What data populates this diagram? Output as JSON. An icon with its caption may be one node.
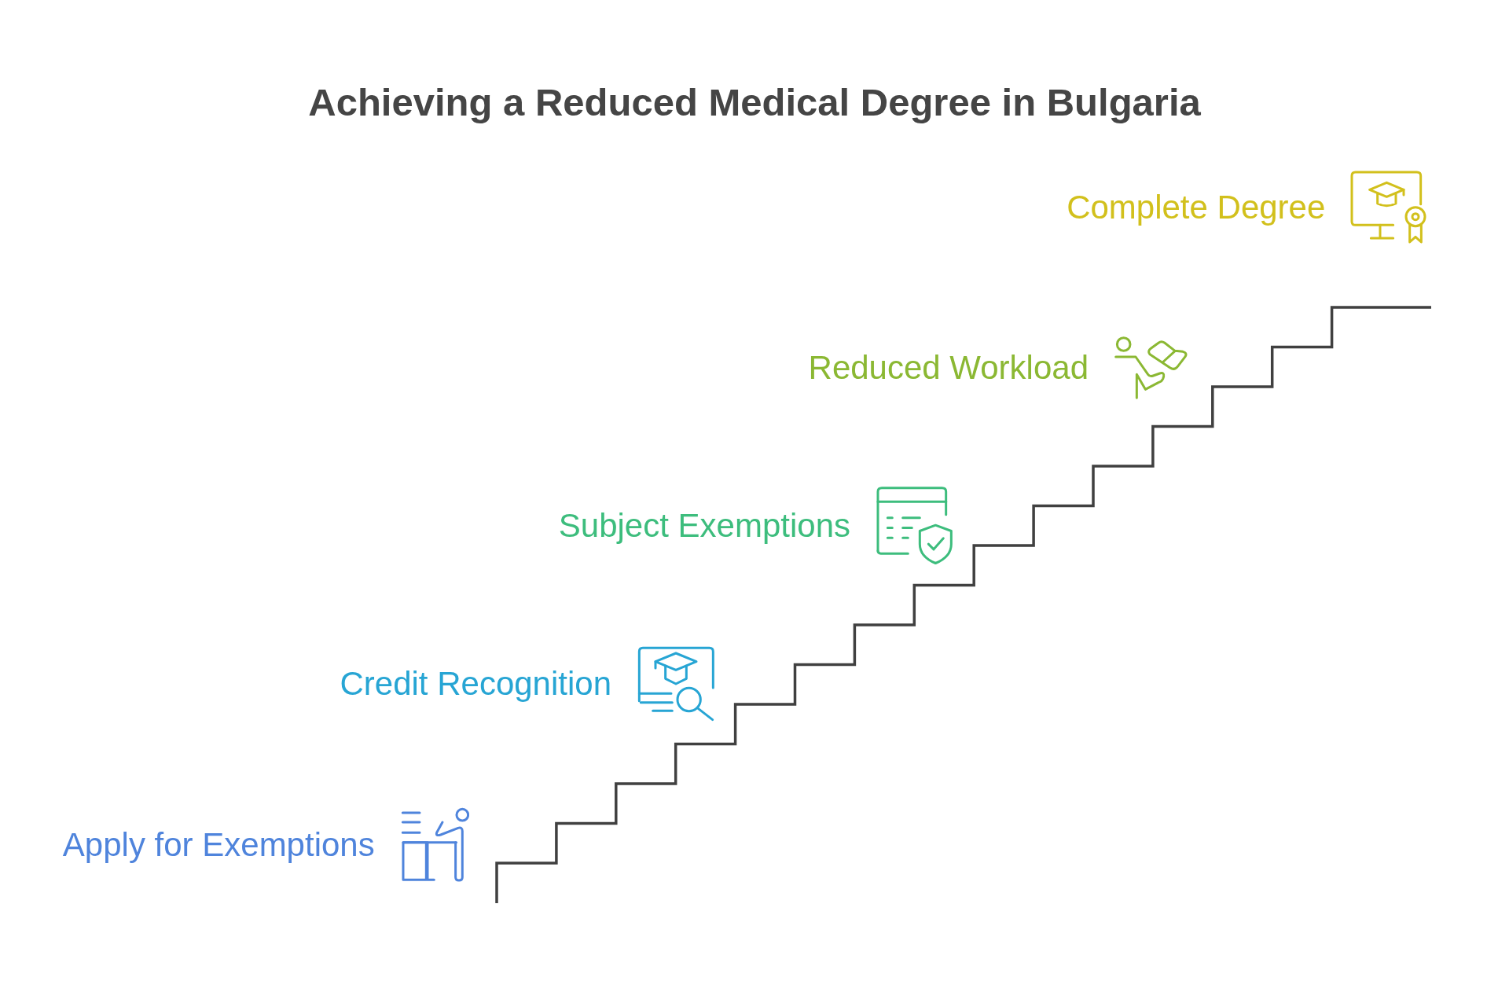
{
  "diagram": {
    "title": "Achieving a Reduced Medical Degree in Bulgaria",
    "nodes": [
      {
        "text": [
          "Apply for Exemptions"
        ]
      },
      {
        "text": [
          "Credit Recognition"
        ]
      },
      {
        "text": [
          "Subject Exemptions"
        ]
      },
      {
        "text": [
          "Reduced Workload"
        ]
      },
      {
        "text": [
          "Complete Degree"
        ]
      }
    ]
  }
}
